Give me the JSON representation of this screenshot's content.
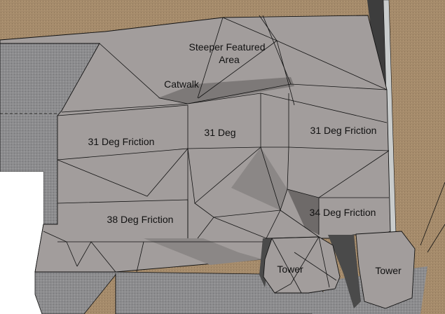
{
  "colors": {
    "ground": "#a58b6b",
    "gravel": "#8c8c8e",
    "wall": "#a29d9c",
    "wall_dark": "#7d7978",
    "shadow": "#4a4a4a",
    "trim": "#c9cccc",
    "void": "#ffffff"
  },
  "labels": {
    "steeper_line1": "Steeper Featured",
    "steeper_line2": "Area",
    "catwalk": "Catwalk",
    "left_31_friction": "31 Deg Friction",
    "center_31": "31 Deg",
    "right_31_friction": "31 Deg Friction",
    "deg38_friction": "38 Deg Friction",
    "deg34_friction": "34 Deg Friction",
    "tower_center": "Tower",
    "tower_right": "Tower"
  }
}
